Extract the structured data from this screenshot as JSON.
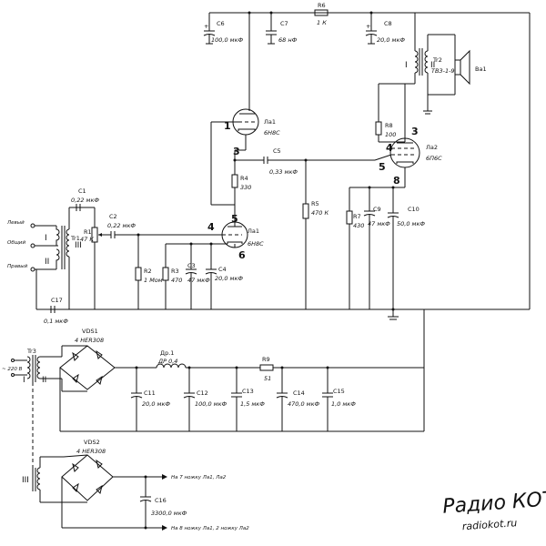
{
  "watermark": {
    "line1": "Радио КОТ",
    "line2": "radiokot.ru"
  },
  "valves": {
    "la1_top": {
      "ref": "Ла1",
      "type": "6Н8С",
      "pin_a": "1",
      "pin_k": "3"
    },
    "la1_bot": {
      "ref": "Ла1",
      "type": "6Н8С",
      "pin_a": "5",
      "pin_g": "4",
      "pin_k": "6"
    },
    "la2": {
      "ref": "Ла2",
      "type": "6П6С",
      "pin_a": "3",
      "pin_g1": "4",
      "pin_g2": "5",
      "pin_k": "8"
    }
  },
  "components": {
    "C6": {
      "ref": "С6",
      "value": "100,0 мкФ"
    },
    "C7": {
      "ref": "С7",
      "value": "68 нФ"
    },
    "R6": {
      "ref": "R6",
      "value": "1 К"
    },
    "C8": {
      "ref": "С8",
      "value": "20,0 мкФ"
    },
    "Tr2": {
      "ref": "Tr2",
      "value": "ТВЗ-1-9",
      "w1": "I",
      "w2": "II"
    },
    "BA1": {
      "ref": "Ва1"
    },
    "R8": {
      "ref": "R8",
      "value": "100"
    },
    "R4": {
      "ref": "R4",
      "value": "330"
    },
    "C5": {
      "ref": "С5",
      "value": "0,33 мкФ"
    },
    "R5": {
      "ref": "R5",
      "value": "470 К"
    },
    "R7": {
      "ref": "R7",
      "value": "430"
    },
    "C9": {
      "ref": "С9",
      "value": "47 мкФ"
    },
    "C10": {
      "ref": "С10",
      "value": "50,0 мкФ"
    },
    "C1": {
      "ref": "С1",
      "value": "0,22 мкФ"
    },
    "C2": {
      "ref": "С2",
      "value": "0,22 мкФ"
    },
    "R1": {
      "ref": "R1",
      "value": "47 К"
    },
    "Tr1": {
      "ref": "Tr1",
      "w1": "I",
      "w2": "II",
      "w3": "III"
    },
    "R2": {
      "ref": "R2",
      "value": "1 Мом"
    },
    "R3": {
      "ref": "R3",
      "value": "470"
    },
    "C3": {
      "ref": "С3",
      "value": "47 мкФ"
    },
    "C4": {
      "ref": "С4",
      "value": "20,0 мкФ"
    },
    "C17": {
      "ref": "С17",
      "value": "0,1 мкФ"
    },
    "VDS1": {
      "ref": "VDS1",
      "value": "4 HER308"
    },
    "Tr3": {
      "ref": "Tr3",
      "w1": "I",
      "w2": "II",
      "w3": "III"
    },
    "Dr1": {
      "ref": "Др.1",
      "value": "ДР 0,4"
    },
    "R9": {
      "ref": "R9",
      "value": "51"
    },
    "C11": {
      "ref": "С11",
      "value": "20,0 мкФ"
    },
    "C12": {
      "ref": "С12",
      "value": "100,0 мкФ"
    },
    "C13": {
      "ref": "С13",
      "value": "1,5 мкФ"
    },
    "C14": {
      "ref": "С14",
      "value": "470,0 мкФ"
    },
    "C15": {
      "ref": "С15",
      "value": "1,0 мкФ"
    },
    "VDS2": {
      "ref": "VDS2",
      "value": "4 HER308"
    },
    "C16": {
      "ref": "С16",
      "value": "3300,0 мкФ"
    }
  },
  "inputs": {
    "left": "Левый",
    "common": "Общий",
    "right": "Правый"
  },
  "mains": "~ 220 В",
  "heater_notes": {
    "to_la1": "На 7 ножку Ла1, Ла2",
    "to_la2": "На 8 ножку Ла1, 2 ножку Ла2"
  }
}
